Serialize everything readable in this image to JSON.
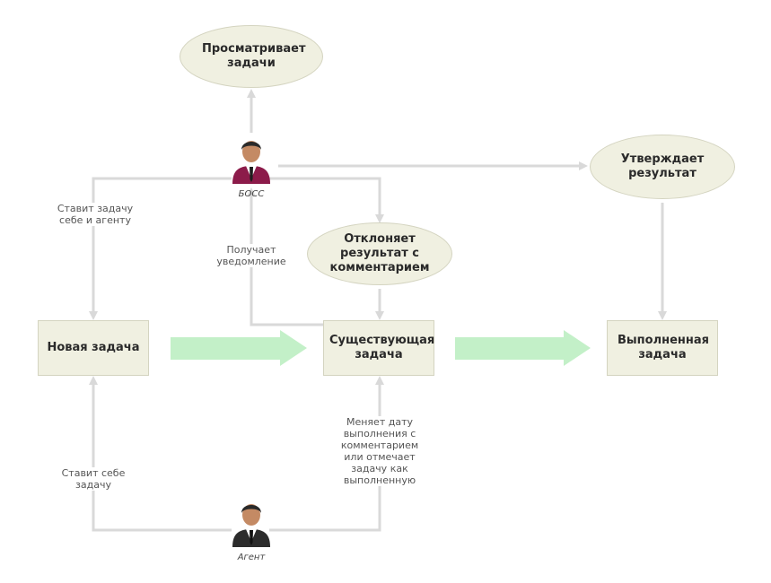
{
  "nodes": {
    "new_task": "Новая задача",
    "existing_task": "Существующая задача",
    "completed_task": "Выполненная задача",
    "view_tasks": "Просматривает задачи",
    "approve_result": "Утверждает результат",
    "reject_result": "Отклоняет результат с комментарием"
  },
  "roles": {
    "boss": "БОСС",
    "agent": "Агент"
  },
  "labels": {
    "boss_assigns": "Ставит задачу себе и агенту",
    "gets_notification": "Получает уведомление",
    "agent_assigns": "Ставит себе задачу",
    "agent_updates": "Меняет дату выполнения с комментарием или отмечает задачу как выполненную"
  },
  "colors": {
    "connector": "#d9d9d9",
    "flow_arrow": "#c3f0c8",
    "node_fill": "#f0f0e1",
    "boss_suit": "#8c1b4a",
    "agent_suit": "#2c2c2c"
  },
  "icons": {
    "boss": "businessman-icon",
    "agent": "businessman-icon"
  }
}
